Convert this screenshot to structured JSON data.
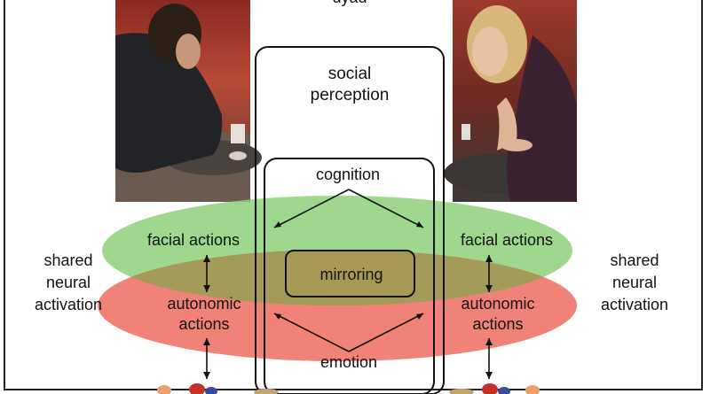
{
  "top_label": "dyad",
  "social_perception": [
    "social",
    "perception"
  ],
  "cognition": "cognition",
  "emotion": "emotion",
  "mirroring": "mirroring",
  "left": {
    "facial_actions": "facial actions",
    "autonomic_actions": [
      "autonomic",
      "actions"
    ],
    "shared": [
      "shared",
      "neural",
      "activation"
    ]
  },
  "right": {
    "facial_actions": "facial actions",
    "autonomic_actions": [
      "autonomic",
      "actions"
    ],
    "shared": [
      "shared",
      "neural",
      "activation"
    ]
  },
  "colors": {
    "green_ellipse": "#8fd07a",
    "red_ellipse": "#f07468",
    "overlap": "#a49a5a",
    "mirroring_box": "#a89a55"
  }
}
